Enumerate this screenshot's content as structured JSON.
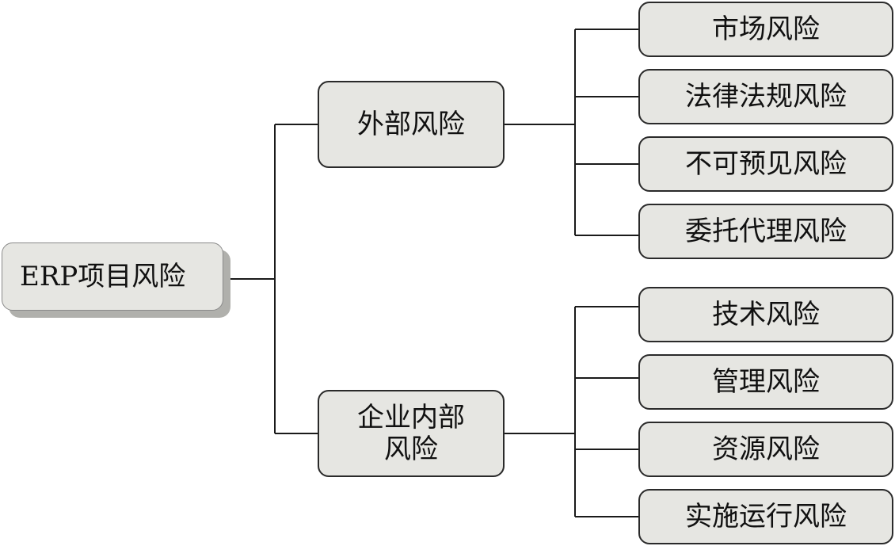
{
  "diagram": {
    "root": {
      "label": "ERP项目风险"
    },
    "branches": [
      {
        "label": "外部风险",
        "children": [
          "市场风险",
          "法律法规风险",
          "不可预见风险",
          "委托代理风险"
        ]
      },
      {
        "label": "企业内部\n风险",
        "children": [
          "技术风险",
          "管理风险",
          "资源风险",
          "实施运行风险"
        ]
      }
    ]
  },
  "colors": {
    "node_fill": "#e6e6e2",
    "node_border": "#2a2a2a",
    "root_shadow": "#b0b0ac",
    "connector": "#1a1a1a"
  }
}
